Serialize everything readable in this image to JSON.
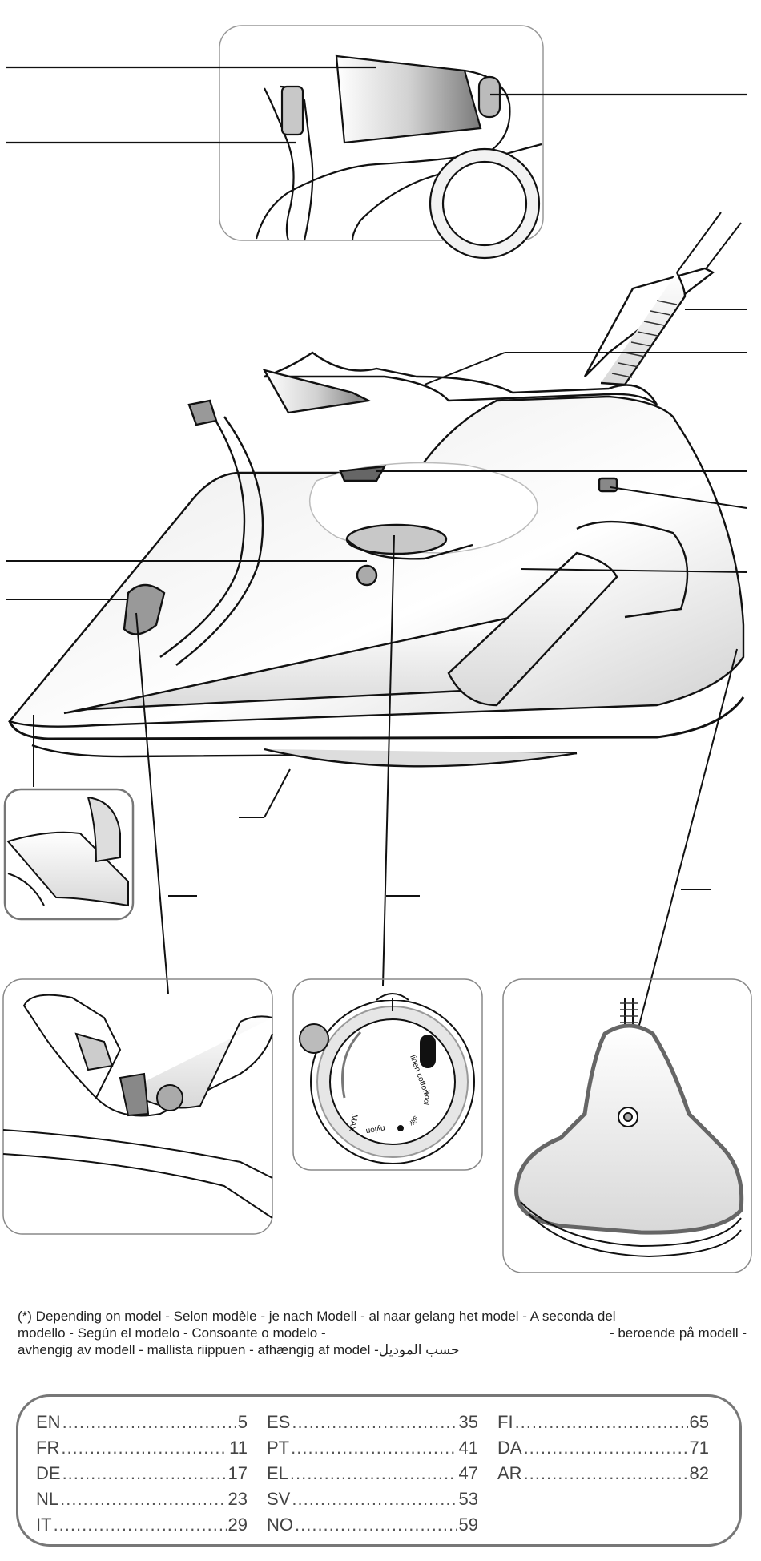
{
  "note": {
    "line1": "(*) Depending on model - Selon modèle - je nach Modell - al naar gelang het model - A seconda del",
    "line2_left": "modello - Según el modelo - Consoante o modelo -",
    "line2_right": "- beroende på modell -",
    "line3": "avhengig av modell - mallista riippuen - afhængig af model -حسب الموديل"
  },
  "toc": {
    "columns": [
      [
        {
          "lang": "EN",
          "page": "5"
        },
        {
          "lang": "FR",
          "page": "11"
        },
        {
          "lang": "DE",
          "page": "17"
        },
        {
          "lang": "NL",
          "page": "23"
        },
        {
          "lang": "IT",
          "page": "29"
        }
      ],
      [
        {
          "lang": "ES",
          "page": "35"
        },
        {
          "lang": "PT",
          "page": "41"
        },
        {
          "lang": "EL",
          "page": "47"
        },
        {
          "lang": "SV",
          "page": "53"
        },
        {
          "lang": "NO",
          "page": "59"
        }
      ],
      [
        {
          "lang": "FI",
          "page": "65"
        },
        {
          "lang": "DA",
          "page": "71"
        },
        {
          "lang": "AR",
          "page": "82"
        }
      ]
    ]
  },
  "dial": {
    "labels": [
      "linen cotton",
      "wool",
      "silk",
      "nylon",
      "MAX"
    ]
  }
}
